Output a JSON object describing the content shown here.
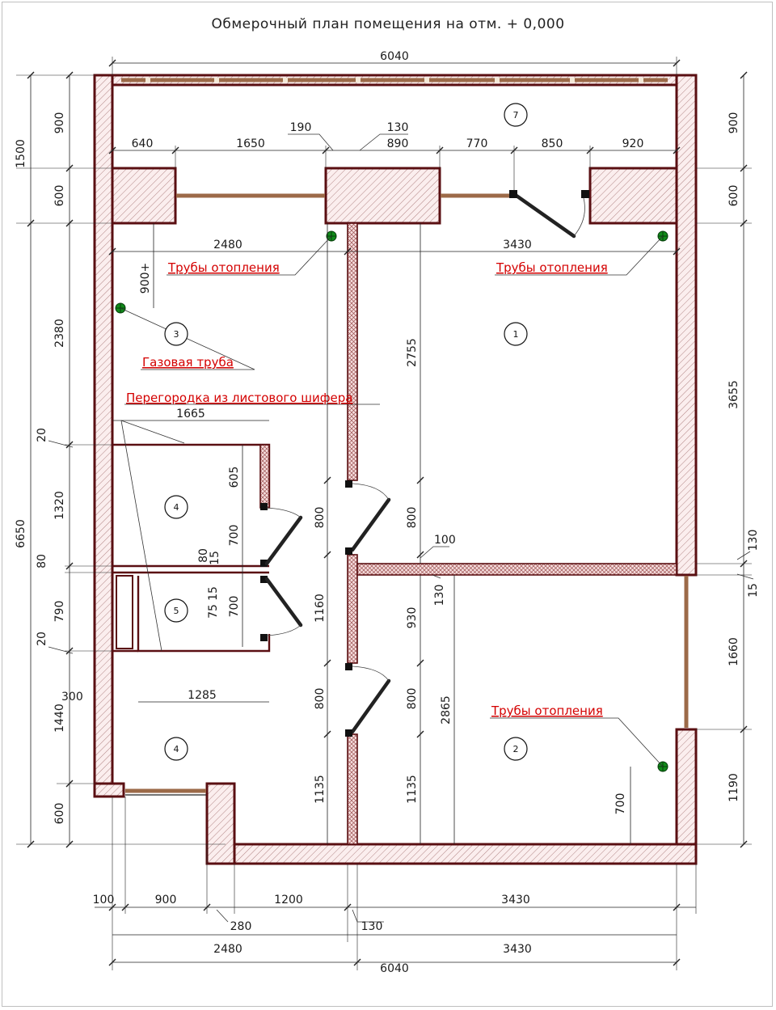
{
  "title": "Обмерочный план помещения на отм. + 0,000",
  "labels": {
    "heating_pipes_a": "Трубы отопления",
    "heating_pipes_b": "Трубы отопления",
    "heating_pipes_c": "Трубы отопления",
    "gas_pipe": "Газовая труба",
    "partition": "Перегородка из листового шифера"
  },
  "rooms": {
    "r1": "1",
    "r2": "2",
    "r3": "3",
    "r4a": "4",
    "r4b": "4",
    "r5": "5",
    "r7": "7"
  },
  "dims": {
    "top_total": "6040",
    "bottom_total": "6040",
    "bottom_left": "2480",
    "bottom_right": "3430",
    "bottom_row_3430": "3430",
    "b_100": "100",
    "b_900": "900",
    "b_1200": "1200",
    "b_280": "280",
    "b_130": "130",
    "t_640": "640",
    "t_1650": "1650",
    "t_190": "190",
    "t_130": "130",
    "t_890": "890",
    "t_770": "770",
    "t_850": "850",
    "t_920": "920",
    "room3_width": "2480",
    "room1_width": "3430",
    "room4_width": "1665",
    "room5_width": "1285",
    "l_1500": "1500",
    "l_6650": "6650",
    "l_900": "900",
    "l_600_top": "600",
    "l_2380": "2380",
    "l_20_a": "20",
    "l_1320": "1320",
    "l_80": "80",
    "l_790": "790",
    "l_20_b": "20",
    "l_300": "300",
    "l_1440": "1440",
    "l_600_bot": "600",
    "r_900": "900",
    "r_600": "600",
    "r_3655": "3655",
    "r_130": "130",
    "r_15": "15",
    "r_1660": "1660",
    "r_1190": "1190",
    "m_900plus": "900+",
    "m_2755": "2755",
    "m_800_a": "800",
    "m_800_b": "800",
    "m_100": "100",
    "m_1160": "1160",
    "m_930": "930",
    "m_130": "130",
    "m_800_c": "800",
    "m_800_d": "800",
    "m_2865": "2865",
    "m_1135_a": "1135",
    "m_1135_b": "1135",
    "m_605": "605",
    "m_700_a": "700",
    "m_80": "80",
    "m_15": "15",
    "m_75": "75",
    "m_15b": "15",
    "m_700_b": "700",
    "m_700_c": "700"
  },
  "colors": {
    "wall": "#5a0f12",
    "label": "#d40000",
    "pipe": "#118a1a",
    "window": "#9c6a48"
  },
  "icons": {
    "pipe_marker": "green-circle-cross",
    "room_marker": "circle-number"
  }
}
